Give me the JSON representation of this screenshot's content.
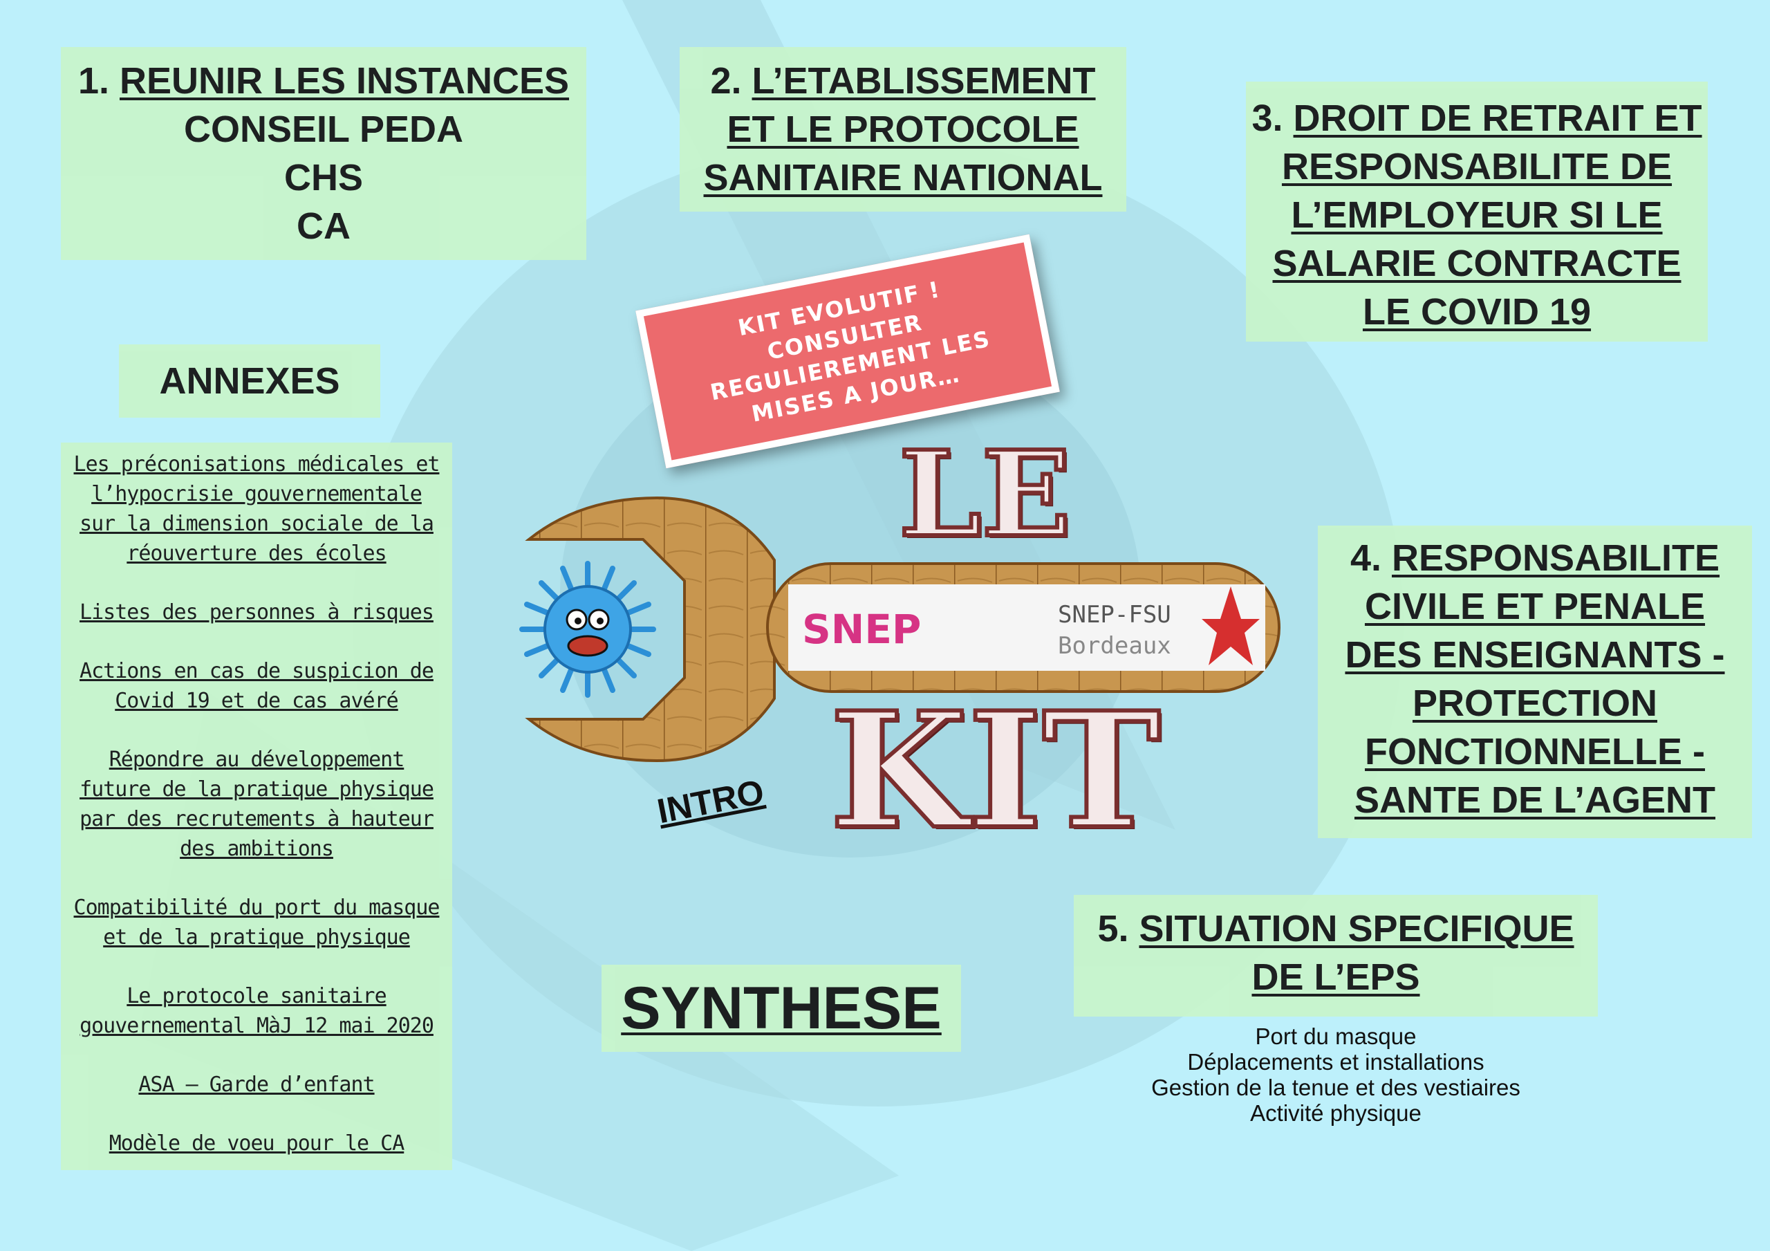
{
  "section1": {
    "number": "1.",
    "heading": "REUNIR LES INSTANCES",
    "lines": [
      "CONSEIL PEDA",
      "CHS",
      "CA"
    ]
  },
  "section2": {
    "number": "2.",
    "lines": [
      "L’ETABLISSEMENT",
      "ET LE PROTOCOLE",
      "SANITAIRE NATIONAL"
    ]
  },
  "section3": {
    "number": "3.",
    "lines": [
      "DROIT DE RETRAIT ET",
      "RESPONSABILITE DE",
      "L’EMPLOYEUR SI LE",
      "SALARIE CONTRACTE",
      "LE COVID 19"
    ]
  },
  "section4": {
    "number": "4.",
    "lines": [
      "RESPONSABILITE",
      "CIVILE ET PENALE",
      "DES ENSEIGNANTS -",
      "PROTECTION",
      "FONCTIONNELLE -",
      "SANTE DE L’AGENT"
    ]
  },
  "section5": {
    "number": "5.",
    "lines": [
      "SITUATION SPECIFIQUE",
      "DE L’EPS"
    ],
    "items": [
      "Port du masque",
      "Déplacements et installations",
      "Gestion de la tenue et des vestiaires",
      "Activité physique"
    ]
  },
  "annexes": {
    "title": "ANNEXES",
    "items": [
      "Les préconisations médicales et l’hypocrisie gouvernementale sur la dimension sociale de la réouverture des écoles",
      "Listes des personnes à risques",
      "Actions en cas de suspicion de Covid 19 et de cas avéré",
      "Répondre au développement future de la pratique physique par des recrutements à hauteur des ambitions",
      "Compatibilité du port du masque et de la pratique physique",
      "Le protocole sanitaire gouvernemental MàJ 12 mai 2020",
      "ASA – Garde d’enfant",
      "Modèle de voeu pour le CA"
    ]
  },
  "banner": {
    "lines": [
      "KIT EVOLUTIF !",
      "CONSULTER",
      "REGULIEREMENT LES",
      "MISES A JOUR…"
    ],
    "color": "#ec6a6d"
  },
  "kit": {
    "word_top": "LE",
    "word_bottom": "KIT",
    "logo_left": "SNEP",
    "logo_right_line1": "SNEP-FSU",
    "logo_right_line2": "Bordeaux"
  },
  "links": {
    "intro": "INTRO",
    "synthese": "SYNTHESE"
  },
  "colors": {
    "background": "#bdf0fb",
    "box": "#c8f5cb",
    "wrench": "#c8964f",
    "kit_letters": "#7a2e2e"
  }
}
